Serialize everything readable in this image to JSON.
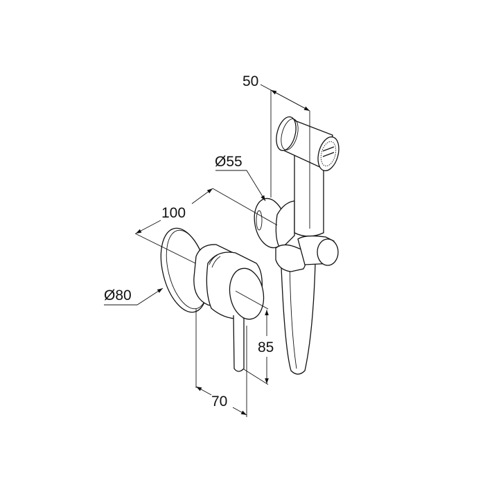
{
  "drawing": {
    "dimensions": {
      "handshower_length": "50",
      "bracket_diameter": "Ø55",
      "spacing": "100",
      "rosette_diameter": "Ø80",
      "lever_height": "85",
      "projection": "70"
    },
    "line_color": "#111111",
    "background": "#ffffff"
  }
}
